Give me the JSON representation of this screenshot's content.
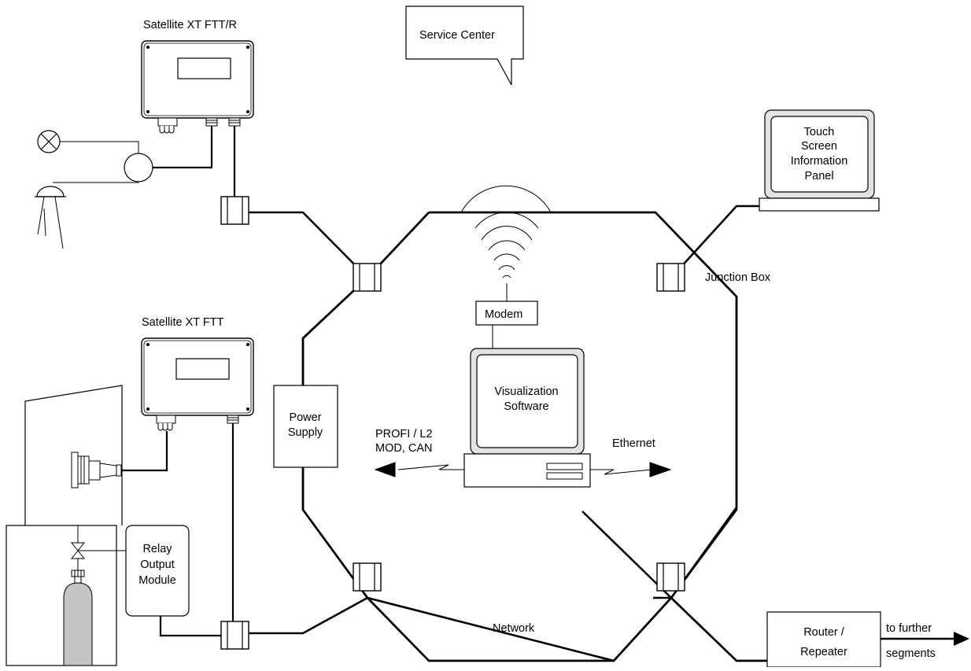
{
  "labels": {
    "satellite_ftt_r": "Satellite XT FTT/R",
    "service_center": "Service Center",
    "touch_screen": [
      "Touch",
      "Screen",
      "Information",
      "Panel"
    ],
    "junction_box": "Junction Box",
    "satellite_ftt": "Satellite XT FTT",
    "modem": "Modem",
    "power_supply": [
      "Power",
      "Supply"
    ],
    "visualization": [
      "Visualization",
      "Software"
    ],
    "profi": [
      "PROFI / L2",
      "MOD, CAN"
    ],
    "ethernet": "Ethernet",
    "relay_module": [
      "Relay",
      "Output",
      "Module"
    ],
    "network": "Network",
    "router": [
      "Router /",
      "Repeater"
    ],
    "further": [
      "to further",
      "segments"
    ]
  }
}
